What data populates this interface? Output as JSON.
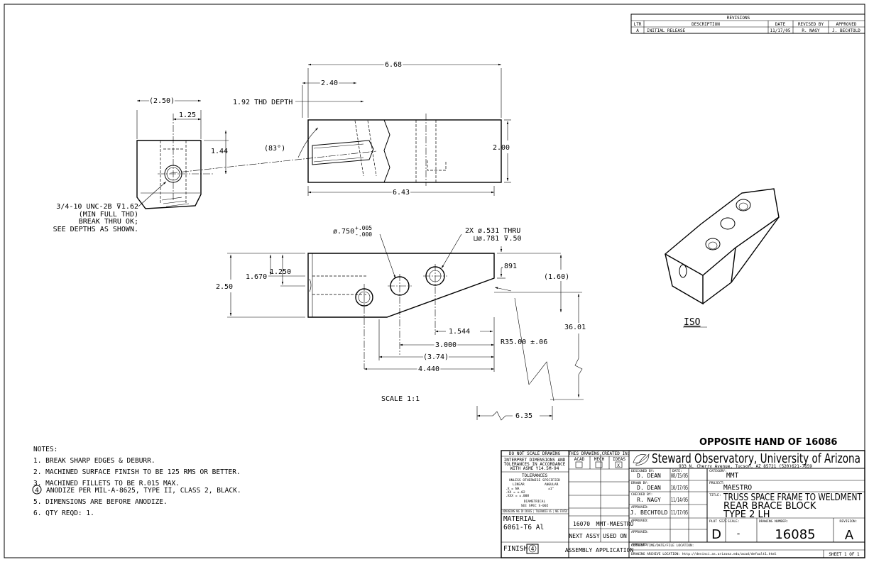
{
  "revisions": {
    "title": "REVISIONS",
    "headers": [
      "LTR",
      "DESCRIPTION",
      "DATE",
      "REVISED BY",
      "APPROVED"
    ],
    "rows": [
      [
        "A",
        "INITIAL RELEASE",
        "11/17/05",
        "R. NAGY",
        "J. BECHTOLD"
      ]
    ]
  },
  "dims": {
    "d_6_68": "6.68",
    "d_2_40": "2.40",
    "thd_depth": "1.92 THD DEPTH",
    "d_2_50p": "(2.50)",
    "d_1_25": "1.25",
    "d_1_44": "1.44",
    "angle": "(83°)",
    "d_2_00": "2.00",
    "d_6_43": "6.43",
    "thread_note": [
      "3/4-10 UNC-2B ⊽1.62",
      "(MIN FULL THD)",
      "BREAK THRU OK;",
      "SEE DEPTHS AS SHOWN."
    ],
    "dia_750": "ø.750",
    "tol_plus": "+.005",
    "tol_minus": "-.000",
    "holes_note": [
      "2X ø.531 THRU",
      "⊔ø.781 ⊽.50"
    ],
    "d_2_50": "2.50",
    "d_1_670": "1.670",
    "d_1_250": "1.250",
    "d_891": ".891",
    "d_1_60p": "(1.60)",
    "d_1_544": "1.544",
    "d_3_000": "3.000",
    "d_3_74p": "(3.74)",
    "d_4_440": "4.440",
    "radius": "R35.00 ±.06",
    "d_36_01": "36.01",
    "d_6_35": "6.35",
    "scale": "SCALE 1:1"
  },
  "iso_label": "ISO",
  "opposite_hand": "OPPOSITE HAND OF 16086",
  "notes": {
    "title": "NOTES:",
    "items": [
      "1. BREAK SHARP EDGES & DEBURR.",
      "2. MACHINED SURFACE FINISH TO BE 125 RMS OR BETTER.",
      "3. MACHINED FILLETS TO BE R.015 MAX.",
      "ANODIZE PER MIL-A-8625, TYPE II, CLASS 2, BLACK.",
      "5. DIMENSIONS ARE BEFORE ANODIZE.",
      "6. QTY REQD: 1."
    ],
    "flag4": "4"
  },
  "titleblock": {
    "noscale": "DO NOT SCALE DRAWING",
    "interpret": [
      "INTERPRET DIMENSIONS AND",
      "TOLERANCES IN ACCORDANCE",
      "WITH ASME Y14.5M-94"
    ],
    "tolerances": "TOLERANCES",
    "unless": "UNLESS OTHERWISE SPECIFIED",
    "linear": "LINEAR",
    "angular": "ANGULAR",
    "tol_x": ".X   = NA",
    "tol_xx": ".XX  = ±.02",
    "tol_xxx": ".XXX = ±.008",
    "tol_ang": "±1°",
    "diametrical": "DIAMETRICAL",
    "spec": "SEE SPEC S-002",
    "fine": "DIMENSIONS ARE IN INCHES | TOLERANCES AS | ARE STATED",
    "material_label": "MATERIAL",
    "material": "6061-T6 Al",
    "finish_label": "FINISH",
    "finish_flag": "4",
    "created_in": "THIS DRAWING CREATED IN:",
    "cad": [
      "ACAD",
      "MECH",
      "IDEAS"
    ],
    "ideas_mark": "X",
    "next_assy_no": "16070",
    "next_assy_proj": "MMT-MAESTRO",
    "next_assy": "NEXT ASSY",
    "used_on": "USED ON",
    "assembly_app": "ASSEMBLY APPLICATION",
    "org": "Steward Observatory, University of Arizona",
    "address": "933 N. Cherry Avenue, Tucson, AZ 85721    (520)621-7659",
    "designed_label": "DESIGNED BY:",
    "designed": "D. DEAN",
    "date_label": "DATE:",
    "designed_date": "08/15/05",
    "drawn_label": "DRAWN BY:",
    "drawn": "D. DEAN",
    "drawn_date": "10/17/05",
    "checked_label": "CHECKED BY:",
    "checked": "R. NAGY",
    "checked_date": "11/14/05",
    "approved_label": "APPROVED:",
    "approved": "J. BECHTOLD",
    "approved_date": "11/17/05",
    "category_label": "CATEGORY:",
    "category": "MMT",
    "project_label": "PROJECT:",
    "project": "MAESTRO",
    "title_label": "TITLE:",
    "title": [
      "TRUSS SPACE FRAME TO WELDMENT",
      "REAR BRACE BLOCK",
      "TYPE 2 LH"
    ],
    "plot_label": "PLOT SIZE",
    "plot": "D",
    "scale_label": "SCALE:",
    "scale": "-",
    "dwg_label": "DRAWING NUMBER:",
    "dwg": "16085",
    "rev_label": "REVISION:",
    "rev": "A",
    "current_loc": "CURRENT TIME/DATE/FILE LOCATION:",
    "archive": "DRAWING ARCHIVE LOCATION: http://devinci.as.arizona.edu/acad/default1.html",
    "sheet": "SHEET 1 OF 1"
  }
}
